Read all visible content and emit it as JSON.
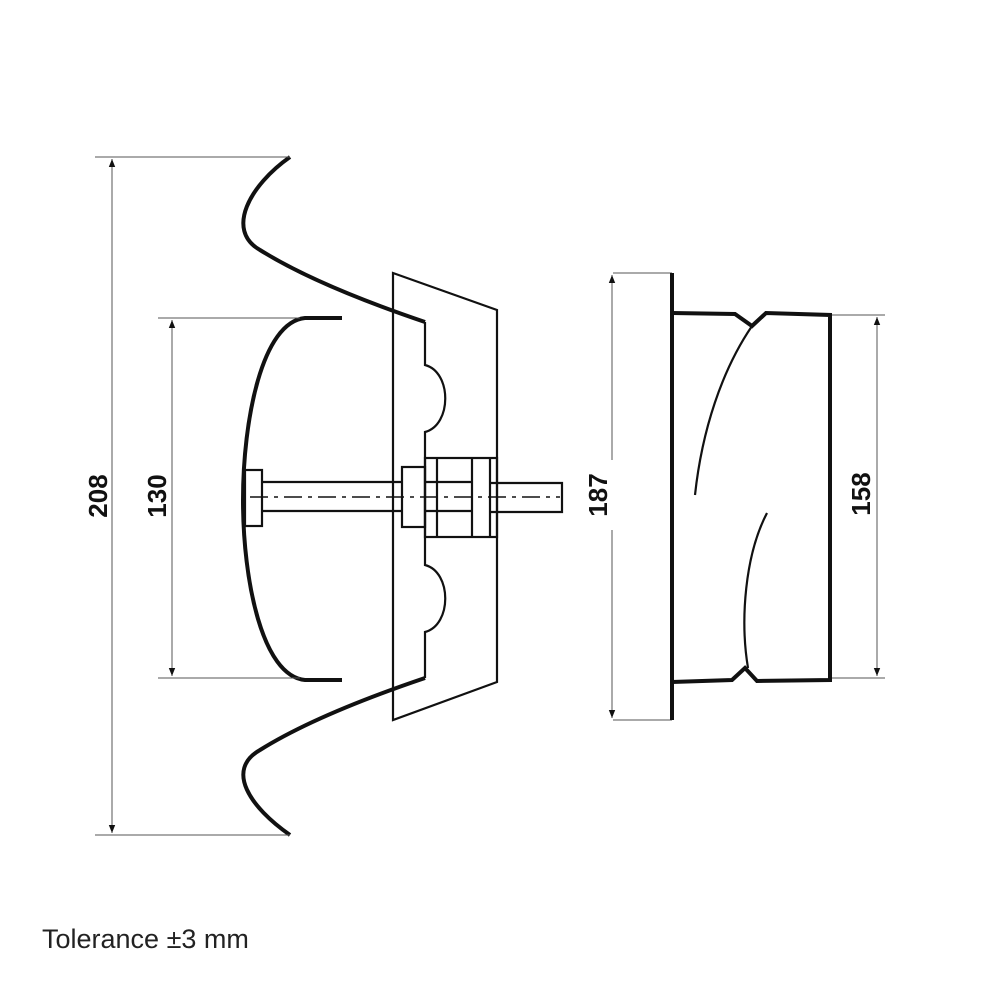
{
  "dimensions": {
    "overall_outer": "208",
    "inner_opening": "130",
    "flange_height": "187",
    "tube_diameter": "158"
  },
  "note": "Tolerance ±3 mm",
  "colors": {
    "line": "#111111",
    "dim_line": "#555555",
    "background": "#ffffff"
  }
}
